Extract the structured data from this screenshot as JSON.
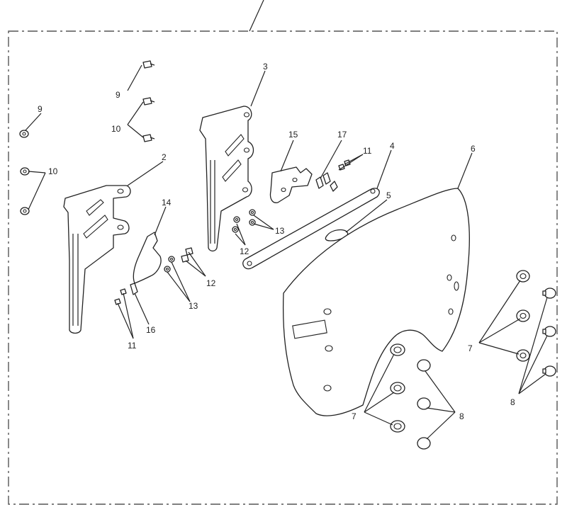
{
  "diagram": {
    "labels": {
      "l3": "3",
      "l2": "2",
      "l4": "4",
      "l5": "5",
      "l6": "6",
      "l7a": "7",
      "l7b": "7",
      "l8a": "8",
      "l8b": "8",
      "l9a": "9",
      "l9b": "9",
      "l10a": "10",
      "l10b": "10",
      "l11a": "11",
      "l11b": "11",
      "l12a": "12",
      "l12b": "12",
      "l13a": "13",
      "l13b": "13",
      "l14": "14",
      "l15": "15",
      "l16": "16",
      "l17": "17"
    }
  }
}
